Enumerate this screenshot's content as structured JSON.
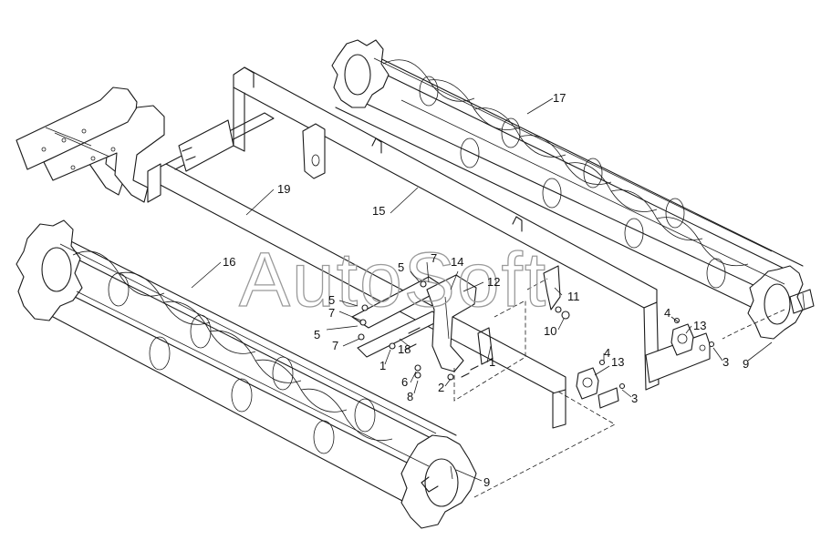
{
  "watermark": "AutoSoft",
  "callouts": [
    {
      "id": "c17",
      "text": "17"
    },
    {
      "id": "c19",
      "text": "19"
    },
    {
      "id": "c15",
      "text": "15"
    },
    {
      "id": "c16",
      "text": "16"
    },
    {
      "id": "c7a",
      "text": "7"
    },
    {
      "id": "c5a",
      "text": "5"
    },
    {
      "id": "c14",
      "text": "14"
    },
    {
      "id": "c12",
      "text": "12"
    },
    {
      "id": "c5b",
      "text": "5"
    },
    {
      "id": "c7b",
      "text": "7"
    },
    {
      "id": "c5c",
      "text": "5"
    },
    {
      "id": "c7c",
      "text": "7"
    },
    {
      "id": "c18",
      "text": "18"
    },
    {
      "id": "c1a",
      "text": "1"
    },
    {
      "id": "c1b",
      "text": "1"
    },
    {
      "id": "c6",
      "text": "6"
    },
    {
      "id": "c8",
      "text": "8"
    },
    {
      "id": "c2",
      "text": "2"
    },
    {
      "id": "c11",
      "text": "11"
    },
    {
      "id": "c10",
      "text": "10"
    },
    {
      "id": "c4a",
      "text": "4"
    },
    {
      "id": "c13a",
      "text": "13"
    },
    {
      "id": "c3a",
      "text": "3"
    },
    {
      "id": "c9a",
      "text": "9"
    },
    {
      "id": "c4b",
      "text": "4"
    },
    {
      "id": "c13b",
      "text": "13"
    },
    {
      "id": "c3b",
      "text": "3"
    },
    {
      "id": "c9b",
      "text": "9"
    }
  ],
  "icons": {
    "roller_front": "cage-roller-icon",
    "roller_rear": "cage-roller-icon",
    "frame": "frame-beam-icon",
    "bracket": "mounting-bracket-icon"
  }
}
